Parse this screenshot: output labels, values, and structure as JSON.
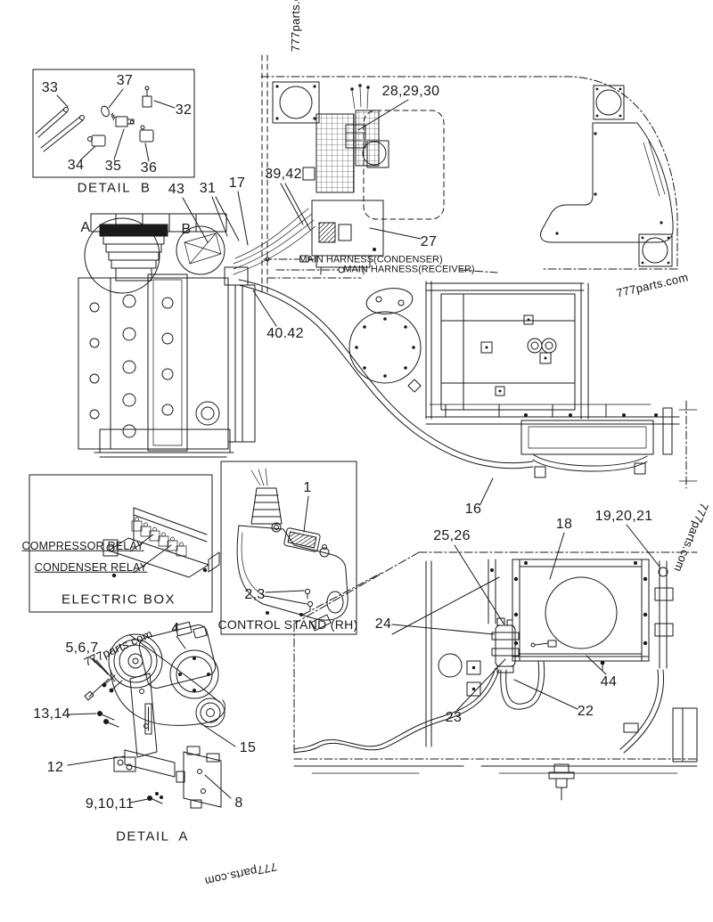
{
  "watermark": "777parts.com",
  "captions": {
    "detail_b": "DETAIL  B",
    "detail_a": "DETAIL  A",
    "electric_box": "ELECTRIC BOX",
    "control_stand": "CONTROL STAND (RH)"
  },
  "texts": {
    "compressor_relay": "COMPRESSOR RELAY",
    "condenser_relay": "CONDENSER RELAY",
    "main_harness_condenser": "MAIN HARNESS(CONDENSER)",
    "main_harness_receiver": "MAIN HARNESS(RECEIVER)",
    "view_a": "A",
    "view_b": "B"
  },
  "part_numbers": {
    "p1": "1",
    "p2_3": "2,3",
    "p4": "4",
    "p5_6_7": "5,6,7",
    "p8": "8",
    "p9_10_11": "9,10,11",
    "p12": "12",
    "p13_14": "13,14",
    "p15": "15",
    "p16": "16",
    "p17": "17",
    "p18": "18",
    "p19_20_21": "19,20,21",
    "p22": "22",
    "p23": "23",
    "p24": "24",
    "p25_26": "25,26",
    "p27": "27",
    "p28_29_30": "28,29,30",
    "p31": "31",
    "p32": "32",
    "p33": "33",
    "p34": "34",
    "p35": "35",
    "p36": "36",
    "p37": "37",
    "p39_42": "39,42",
    "p40_42": "40.42",
    "p43": "43",
    "p44": "44"
  }
}
